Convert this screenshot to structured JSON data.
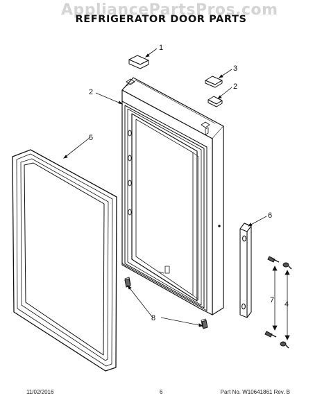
{
  "watermark": "AppliancePartsPros.com",
  "title": "REFRIGERATOR DOOR PARTS",
  "footer": {
    "date": "11/02/2016",
    "page": "6",
    "part": "Part No. W10641861  Rev. B"
  },
  "callouts": [
    "1",
    "2",
    "3",
    "2",
    "5",
    "6",
    "7",
    "4",
    "8"
  ],
  "colors": {
    "ink": "#111111",
    "watermark": "#d4d4d4"
  }
}
